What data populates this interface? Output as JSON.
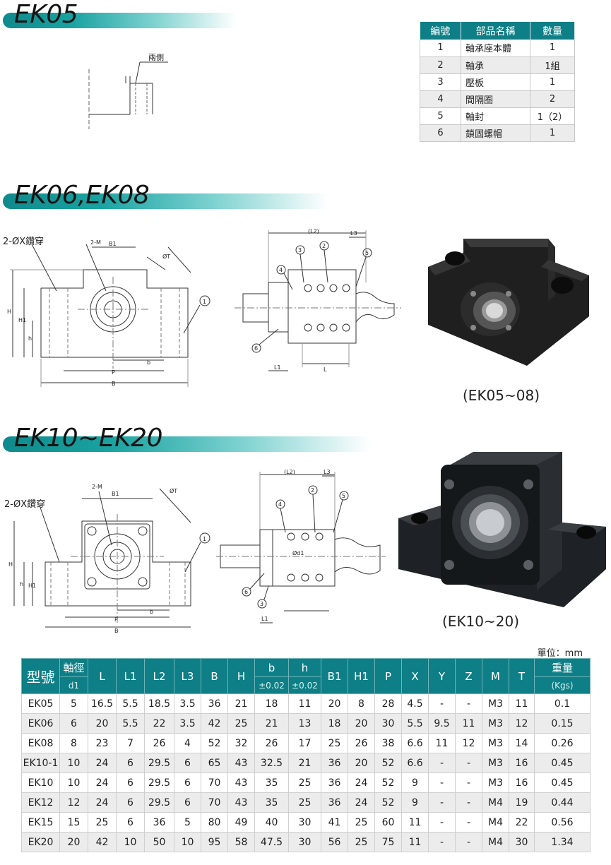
{
  "sections": {
    "ek05": "EK05",
    "ek06": "EK06,EK08",
    "ek10": "EK10~EK20"
  },
  "parts_table": {
    "headers": [
      "編號",
      "部品名稱",
      "數量"
    ],
    "rows": [
      [
        "1",
        "軸承座本體",
        "1"
      ],
      [
        "2",
        "軸承",
        "1組"
      ],
      [
        "3",
        "壓板",
        "1"
      ],
      [
        "4",
        "間隔圈",
        "2"
      ],
      [
        "5",
        "軸封",
        "1（2）"
      ],
      [
        "6",
        "鎖固螺帽",
        "1"
      ]
    ]
  },
  "ek05_drawing": {
    "label": "兩側"
  },
  "ek06_drawing": {
    "hole_label": "2-ØX鑽穿",
    "dims": {
      "m": "2-M",
      "b1": "B1",
      "t": "ØT",
      "h": "H",
      "h1": "H1",
      "hh": "h",
      "p": "P",
      "b": "b",
      "bb": "B"
    },
    "side": {
      "l2": "(L2)",
      "l3": "L3",
      "l1": "L1",
      "l": "L"
    },
    "callouts": [
      "1",
      "2",
      "3",
      "4",
      "5",
      "6"
    ],
    "caption": "(EK05~08)"
  },
  "ek10_drawing": {
    "hole_label": "2-ØX鑽穿",
    "dims": {
      "m": "2-M",
      "b1": "B1",
      "t": "ØT",
      "h": "H",
      "h1": "H1",
      "hh": "h",
      "p": "P",
      "b": "b",
      "bb": "B"
    },
    "side": {
      "l2": "(L2)",
      "l3": "L3",
      "l1": "L1",
      "d1": "Ød1"
    },
    "callouts": [
      "1",
      "2",
      "3",
      "4",
      "5",
      "6"
    ],
    "caption": "(EK10~20)"
  },
  "unit_label": "單位：mm",
  "spec_table": {
    "headers": {
      "model": "型號",
      "shaft": "軸徑",
      "shaft_sub": "d1",
      "L": "L",
      "L1": "L1",
      "L2": "L2",
      "L3": "L3",
      "B": "B",
      "H": "H",
      "b": "b",
      "b_tol": "±0.02",
      "h": "h",
      "h_tol": "±0.02",
      "B1": "B1",
      "H1": "H1",
      "P": "P",
      "X": "X",
      "Y": "Y",
      "Z": "Z",
      "M": "M",
      "T": "T",
      "weight": "重量",
      "weight_sub": "(Kgs)"
    },
    "rows": [
      [
        "EK05",
        "5",
        "16.5",
        "5.5",
        "18.5",
        "3.5",
        "36",
        "21",
        "18",
        "11",
        "20",
        "8",
        "28",
        "4.5",
        "-",
        "-",
        "M3",
        "11",
        "0.1"
      ],
      [
        "EK06",
        "6",
        "20",
        "5.5",
        "22",
        "3.5",
        "42",
        "25",
        "21",
        "13",
        "18",
        "20",
        "30",
        "5.5",
        "9.5",
        "11",
        "M3",
        "12",
        "0.15"
      ],
      [
        "EK08",
        "8",
        "23",
        "7",
        "26",
        "4",
        "52",
        "32",
        "26",
        "17",
        "25",
        "26",
        "38",
        "6.6",
        "11",
        "12",
        "M3",
        "14",
        "0.26"
      ],
      [
        "EK10-1",
        "10",
        "24",
        "6",
        "29.5",
        "6",
        "65",
        "43",
        "32.5",
        "21",
        "36",
        "20",
        "52",
        "6.6",
        "-",
        "-",
        "M3",
        "16",
        "0.45"
      ],
      [
        "EK10",
        "10",
        "24",
        "6",
        "29.5",
        "6",
        "70",
        "43",
        "35",
        "25",
        "36",
        "24",
        "52",
        "9",
        "-",
        "-",
        "M3",
        "16",
        "0.45"
      ],
      [
        "EK12",
        "12",
        "24",
        "6",
        "29.5",
        "6",
        "70",
        "43",
        "35",
        "25",
        "36",
        "24",
        "52",
        "9",
        "-",
        "-",
        "M4",
        "19",
        "0.44"
      ],
      [
        "EK15",
        "15",
        "25",
        "6",
        "36",
        "5",
        "80",
        "49",
        "40",
        "30",
        "41",
        "25",
        "60",
        "11",
        "-",
        "-",
        "M4",
        "22",
        "0.56"
      ],
      [
        "EK20",
        "20",
        "42",
        "10",
        "50",
        "10",
        "95",
        "58",
        "47.5",
        "30",
        "56",
        "25",
        "75",
        "11",
        "-",
        "-",
        "M4",
        "30",
        "1.34"
      ]
    ]
  }
}
